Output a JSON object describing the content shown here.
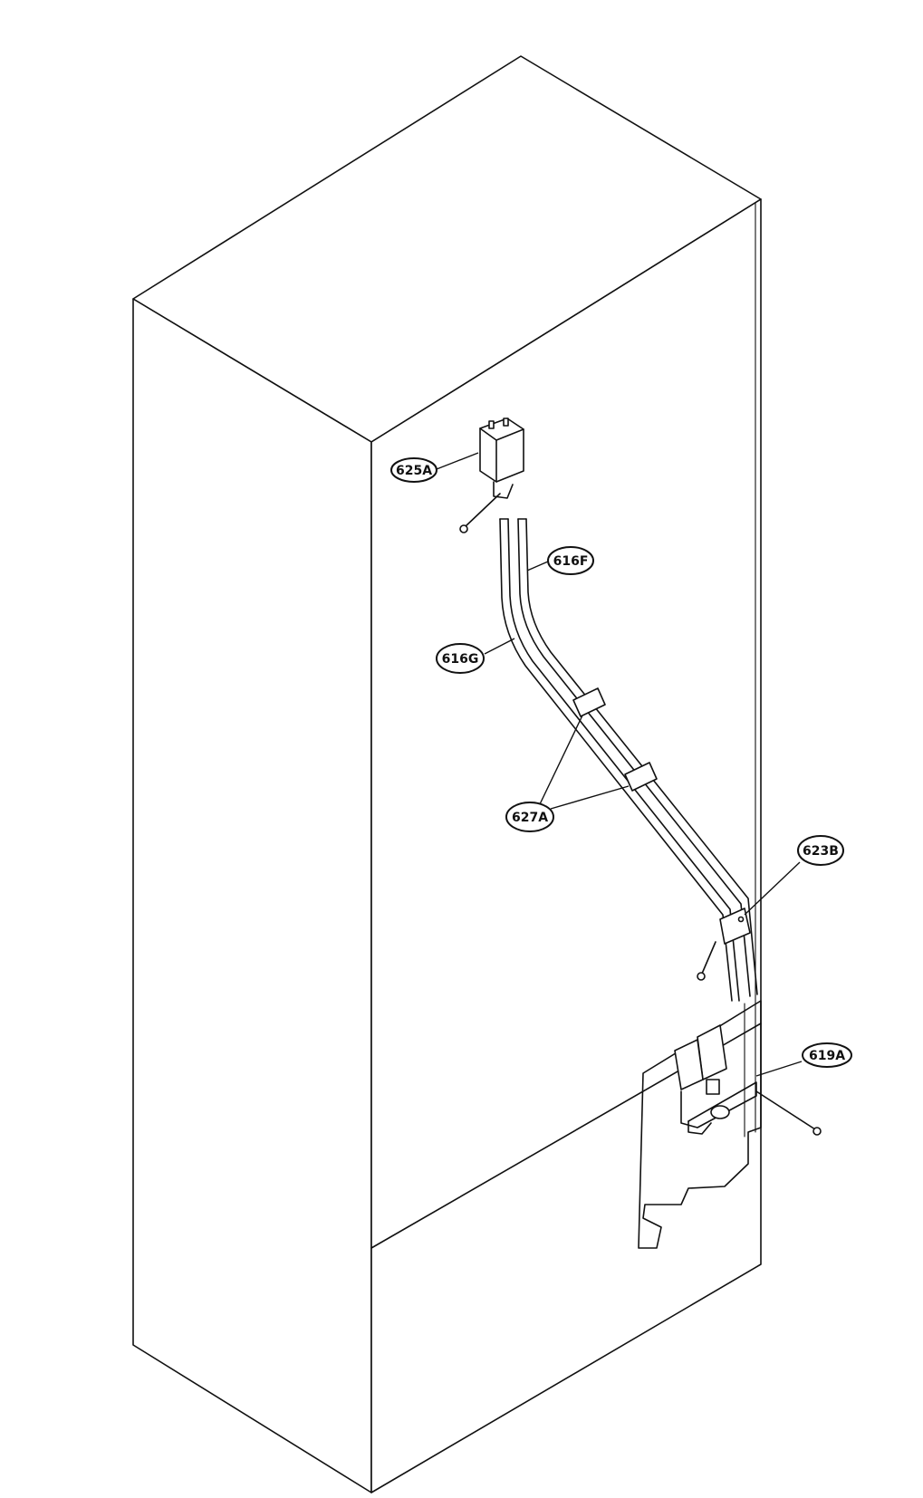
{
  "callouts": [
    {
      "id": "625A",
      "label": "625A"
    },
    {
      "id": "616F",
      "label": "616F"
    },
    {
      "id": "616G",
      "label": "616G"
    },
    {
      "id": "627A",
      "label": "627A"
    },
    {
      "id": "623B",
      "label": "623B"
    },
    {
      "id": "619A",
      "label": "619A"
    }
  ]
}
